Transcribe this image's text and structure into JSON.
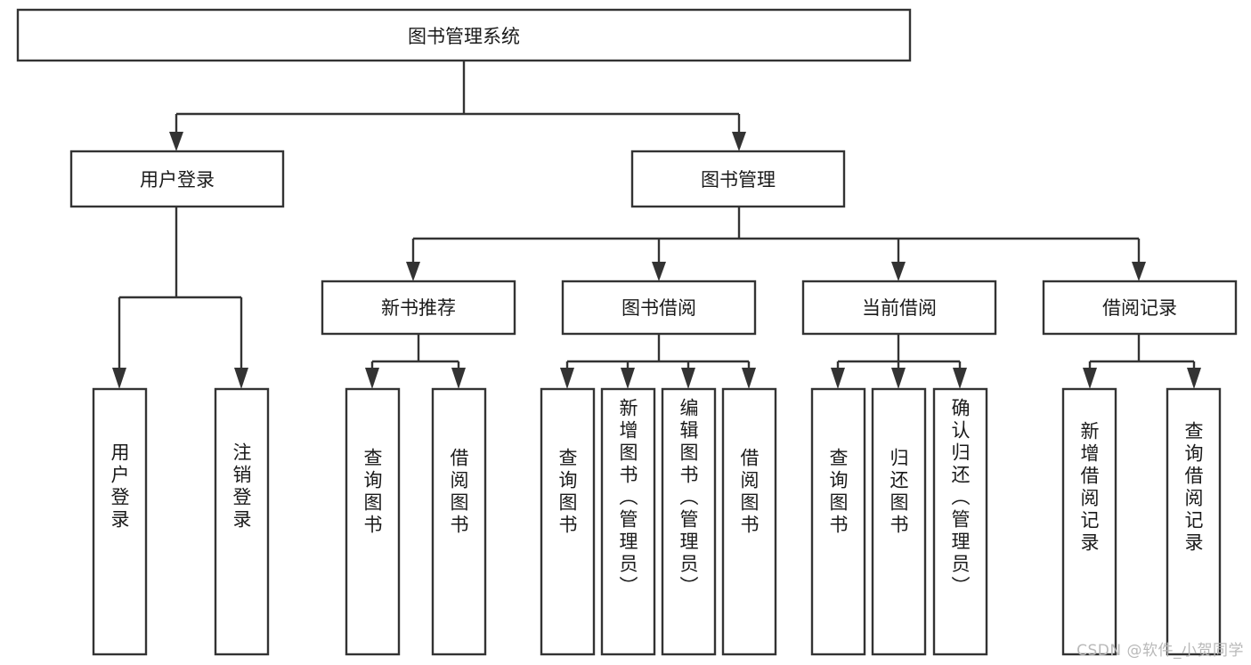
{
  "diagram": {
    "type": "tree",
    "title": "图书管理系统",
    "root": {
      "id": "root",
      "label": "图书管理系统",
      "level": 0
    },
    "level2": [
      {
        "id": "user-login",
        "label": "用户登录"
      },
      {
        "id": "book-management",
        "label": "图书管理"
      }
    ],
    "level3": [
      {
        "id": "new-book-recommend",
        "label": "新书推荐",
        "parent": "book-management"
      },
      {
        "id": "book-borrow",
        "label": "图书借阅",
        "parent": "book-management"
      },
      {
        "id": "current-borrow",
        "label": "当前借阅",
        "parent": "book-management"
      },
      {
        "id": "borrow-record",
        "label": "借阅记录",
        "parent": "book-management"
      }
    ],
    "leaves": {
      "user-login": [
        {
          "id": "leaf-user-login",
          "label": "用户登录"
        },
        {
          "id": "leaf-user-logout",
          "label": "注销登录"
        }
      ],
      "new-book-recommend": [
        {
          "id": "leaf-query-book-1",
          "label": "查询图书"
        },
        {
          "id": "leaf-borrow-book-1",
          "label": "借阅图书"
        }
      ],
      "book-borrow": [
        {
          "id": "leaf-query-book-2",
          "label": "查询图书"
        },
        {
          "id": "leaf-add-book",
          "label": "新增图书（管理员）"
        },
        {
          "id": "leaf-edit-book",
          "label": "编辑图书（管理员）"
        },
        {
          "id": "leaf-borrow-book-2",
          "label": "借阅图书"
        }
      ],
      "current-borrow": [
        {
          "id": "leaf-query-book-3",
          "label": "查询图书"
        },
        {
          "id": "leaf-return-book",
          "label": "归还图书"
        },
        {
          "id": "leaf-confirm-return",
          "label": "确认归还（管理员）"
        }
      ],
      "borrow-record": [
        {
          "id": "leaf-add-record",
          "label": "新增借阅记录"
        },
        {
          "id": "leaf-query-record",
          "label": "查询借阅记录"
        }
      ]
    },
    "colors": {
      "box_stroke": "#333333",
      "box_fill": "#ffffff",
      "text": "#1a1a1a",
      "connector": "#333333",
      "background": "#ffffff",
      "watermark": "#b9b9b9"
    }
  },
  "watermark": {
    "text": "CSDN @软件_小贺同学"
  }
}
